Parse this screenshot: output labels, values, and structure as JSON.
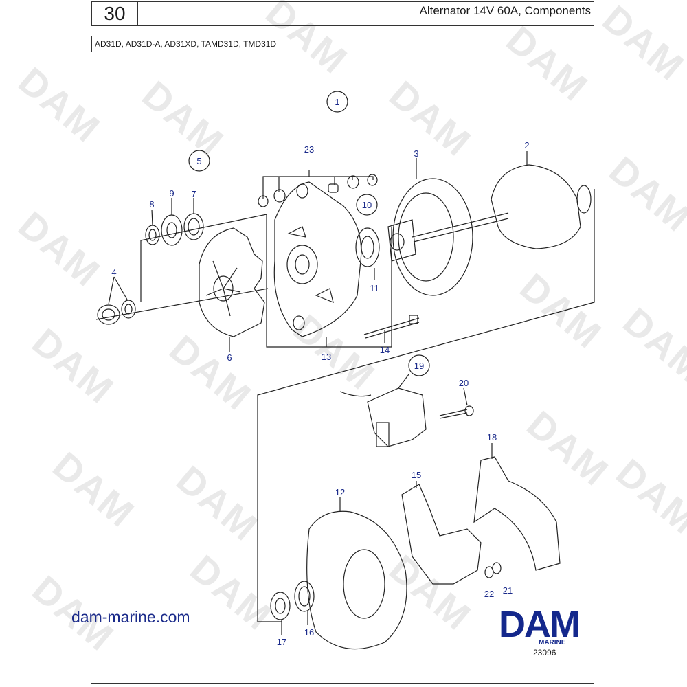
{
  "header": {
    "section_number": "30",
    "title": "Alternator 14V 60A, Components",
    "models": "AD31D, AD31D-A, AD31XD, TAMD31D, TMD31D"
  },
  "watermark": {
    "text": "DAM"
  },
  "footer": {
    "website": "dam-marine.com",
    "logo_text": "DAM",
    "logo_sub": "MARINE",
    "figure_number": "23096"
  },
  "callouts": {
    "c1": "1",
    "c2": "2",
    "c3": "3",
    "c4": "4",
    "c5": "5",
    "c6": "6",
    "c7": "7",
    "c8": "8",
    "c9": "9",
    "c10": "10",
    "c11": "11",
    "c12": "12",
    "c13": "13",
    "c14": "14",
    "c15": "15",
    "c16": "16",
    "c17": "17",
    "c18": "18",
    "c19": "19",
    "c20": "20",
    "c21": "21",
    "c22": "22",
    "c23": "23"
  },
  "colors": {
    "label": "#1a2a8a",
    "brand": "#14288c",
    "line": "#222222"
  }
}
